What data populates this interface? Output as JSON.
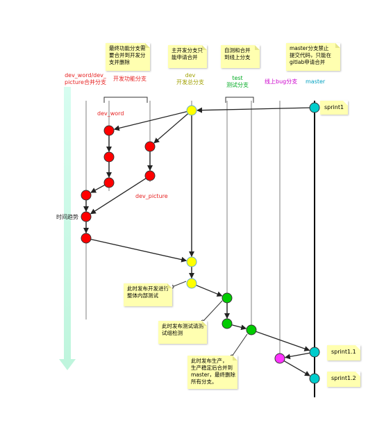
{
  "colors": {
    "red": "#ff0000",
    "yellow": "#ffff00",
    "green": "#00cc00",
    "cyan": "#00cccc",
    "magenta": "#ff33ff",
    "note": "#ffffb0",
    "timeline": "#c8fbe6"
  },
  "headers": {
    "dev_word_picture": "dev_word/dev_\npicture合并分支",
    "feature": "开发功能分支",
    "dev": "dev\n开发总分支",
    "test": "test\n测试分支",
    "bug": "线上bug分支",
    "master": "master"
  },
  "branch_labels": {
    "dev_word": "dev_word",
    "dev_picture": "dev_picture"
  },
  "notes": {
    "feature": "最终功能分支需\n要合并到开发分\n支并删除",
    "dev": "主开发分支只\n能申请合并",
    "test": "自测和合并\n到线上分支",
    "master": "master分支禁止\n提交代码，只能在\ngitlab申请合并",
    "dev_release": "此时发布开发进行\n整体内部测试",
    "test_release": "此时发布测试请测\n试组检测",
    "prod_release": "此时发布生产，\n生产稳定后合并到\nmaster，最终删除\n所有分支。"
  },
  "sprints": {
    "s1": "sprint1",
    "s11": "sprint1.1",
    "s12": "sprint1.2"
  },
  "timeline_label": "时间趋势"
}
